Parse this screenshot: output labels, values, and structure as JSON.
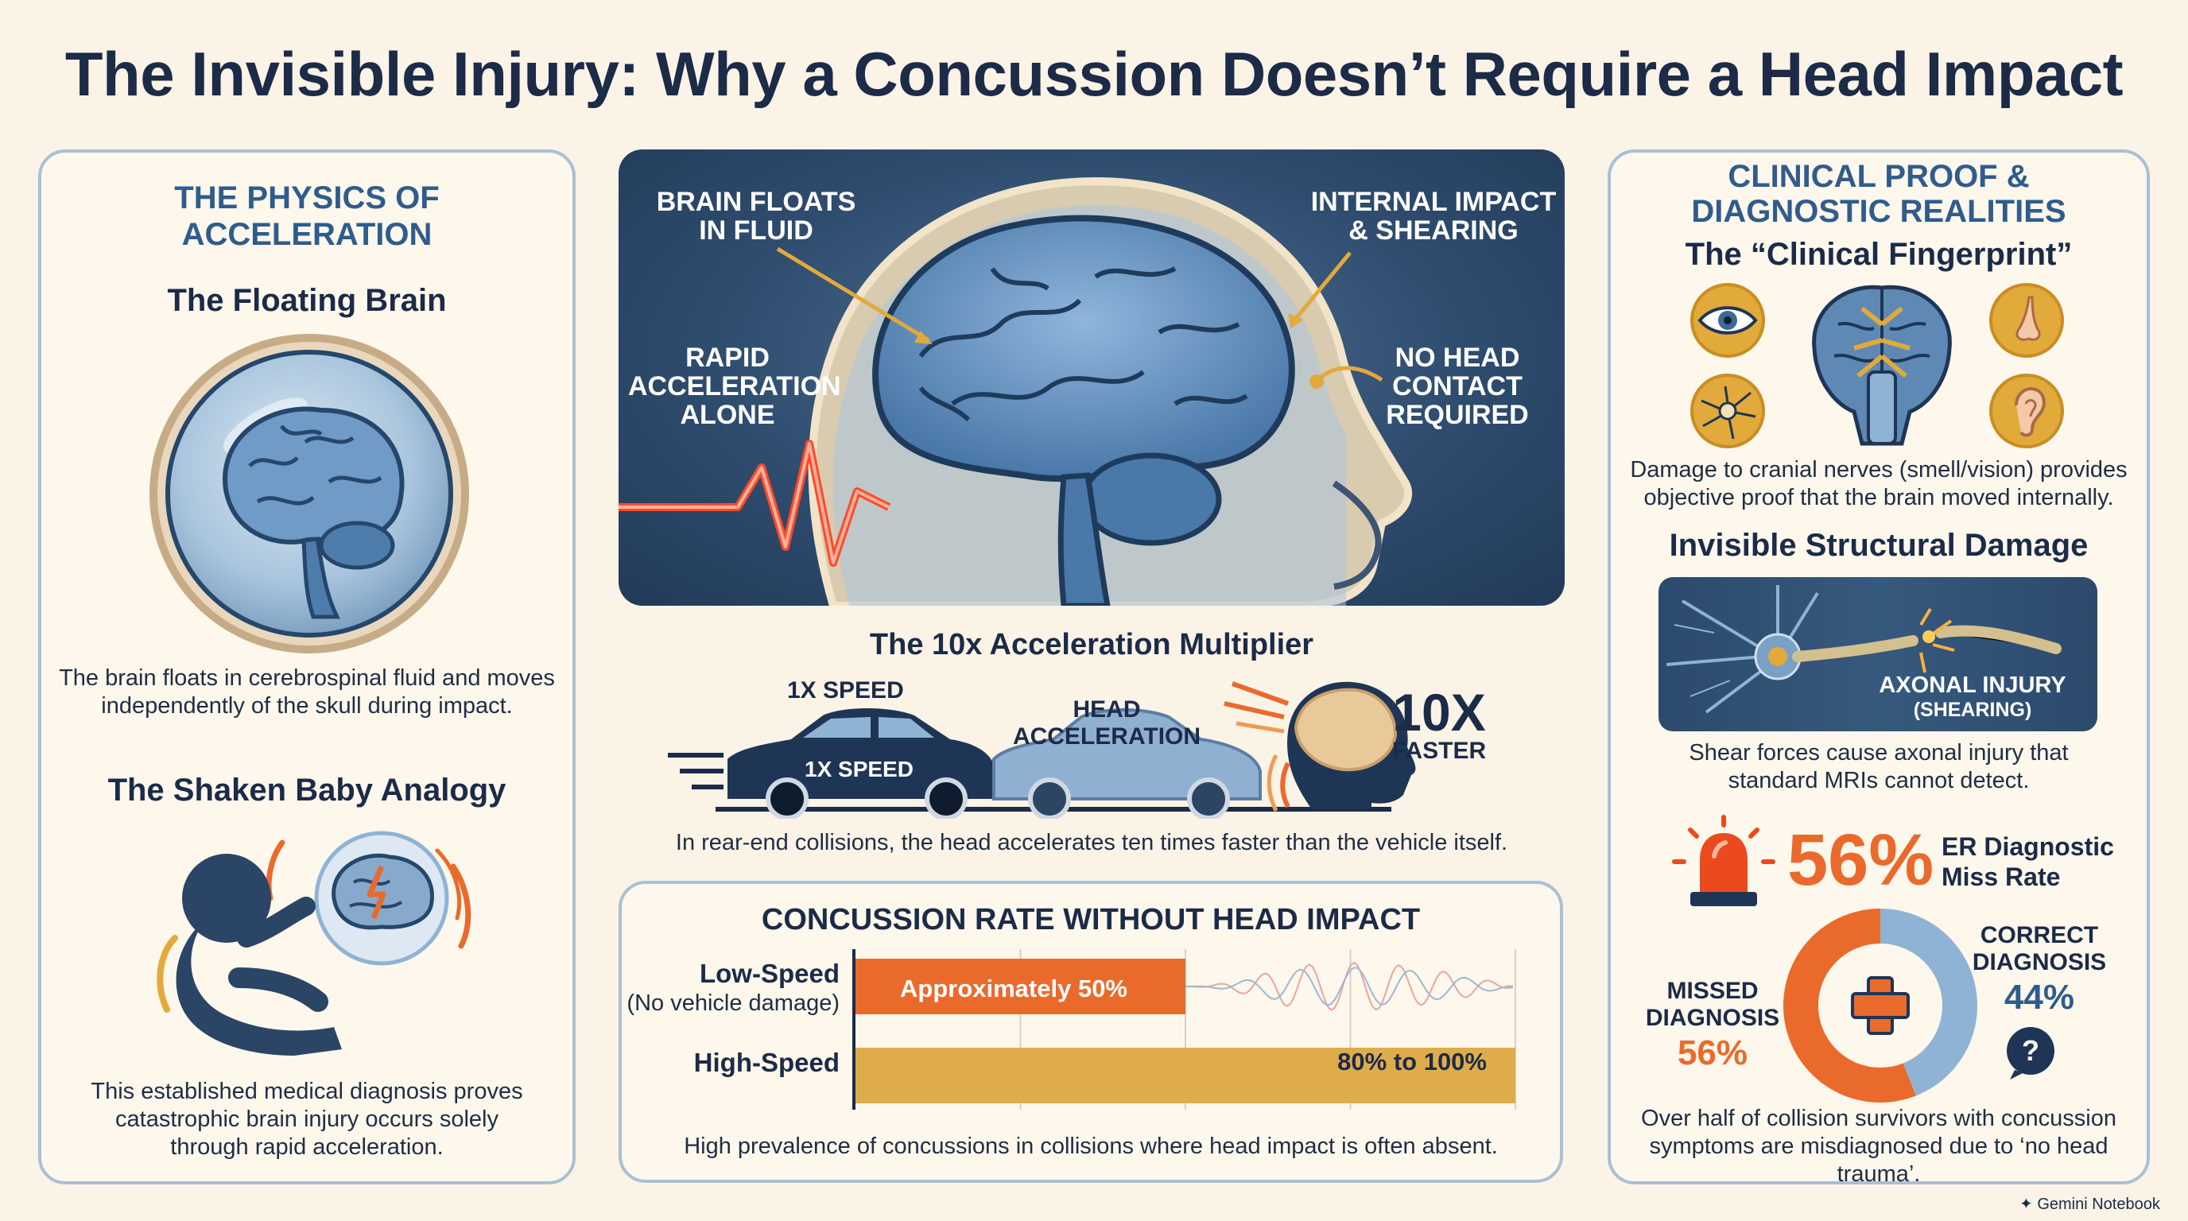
{
  "title": "The Invisible Injury: Why a Concussion Doesn’t Require a Head Impact",
  "colors": {
    "navy": "#1b2b48",
    "blue": "#2f5c8c",
    "orange": "#ea6a2c",
    "gold": "#dfac4c",
    "lightblue": "#8fb3d4",
    "cream": "#fbf3e6"
  },
  "left": {
    "heading_line1": "THE PHYSICS OF",
    "heading_line2": "ACCELERATION",
    "floating_title": "The Floating Brain",
    "floating_text_1": "The brain floats in cerebrospinal fluid and moves",
    "floating_text_2": "independently of the skull during impact.",
    "shaken_title": "The Shaken Baby Analogy",
    "shaken_text_1": "This established medical diagnosis proves",
    "shaken_text_2": "catastrophic brain injury occurs solely",
    "shaken_text_3": "through rapid acceleration."
  },
  "hero": {
    "label_float_1": "BRAIN FLOATS",
    "label_float_2": "IN FLUID",
    "label_internal_1": "INTERNAL IMPACT",
    "label_internal_2": "& SHEARING",
    "label_rapid_1": "RAPID",
    "label_rapid_2": "ACCELERATION",
    "label_rapid_3": "ALONE",
    "label_nohead_1": "NO HEAD",
    "label_nohead_2": "CONTACT",
    "label_nohead_3": "REQUIRED"
  },
  "multiplier": {
    "title": "The 10x Acceleration Multiplier",
    "speed_top": "1X SPEED",
    "speed_car": "1X SPEED",
    "head_accel_1": "HEAD",
    "head_accel_2": "ACCELERATION",
    "big": "10X",
    "faster": "FASTER",
    "caption": "In rear-end collisions, the head accelerates ten times faster than the vehicle itself."
  },
  "chart_data": {
    "type": "bar",
    "title": "CONCUSSION RATE WITHOUT HEAD IMPACT",
    "categories": [
      "Low-Speed",
      "High-Speed"
    ],
    "category_sub": [
      "(No vehicle damage)",
      ""
    ],
    "values": [
      50,
      100
    ],
    "value_labels": [
      "Approximately 50%",
      "80% to 100%"
    ],
    "range_low": [
      null,
      80
    ],
    "colors": [
      "#ea6a2c",
      "#dfac4c"
    ],
    "xlim": [
      0,
      100
    ],
    "grid": true,
    "caption": "High prevalence of concussions in collisions where head impact is often absent."
  },
  "right": {
    "heading_line1": "CLINICAL PROOF &",
    "heading_line2": "DIAGNOSTIC REALITIES",
    "fingerprint_title": "The “Clinical Fingerprint”",
    "fingerprint_text_1": "Damage to cranial nerves (smell/vision) provides",
    "fingerprint_text_2": "objective proof that the brain moved internally.",
    "structural_title": "Invisible Structural Damage",
    "axonal_1": "AXONAL INJURY",
    "axonal_2": "(SHEARING)",
    "shear_text_1": "Shear forces cause axonal injury that",
    "shear_text_2": "standard MRIs cannot detect.",
    "miss_pct": "56%",
    "miss_label_1": "ER Diagnostic",
    "miss_label_2": "Miss Rate",
    "donut": {
      "missed_1": "MISSED",
      "missed_2": "DIAGNOSIS",
      "missed_pct": "56%",
      "correct_1": "CORRECT",
      "correct_2": "DIAGNOSIS",
      "correct_pct": "44%",
      "missed_value": 56,
      "correct_value": 44
    },
    "bottom_text_1": "Over half of collision survivors with concussion",
    "bottom_text_2": "symptoms are misdiagnosed due to ‘no head trauma’."
  },
  "watermark": "Gemini Notebook"
}
